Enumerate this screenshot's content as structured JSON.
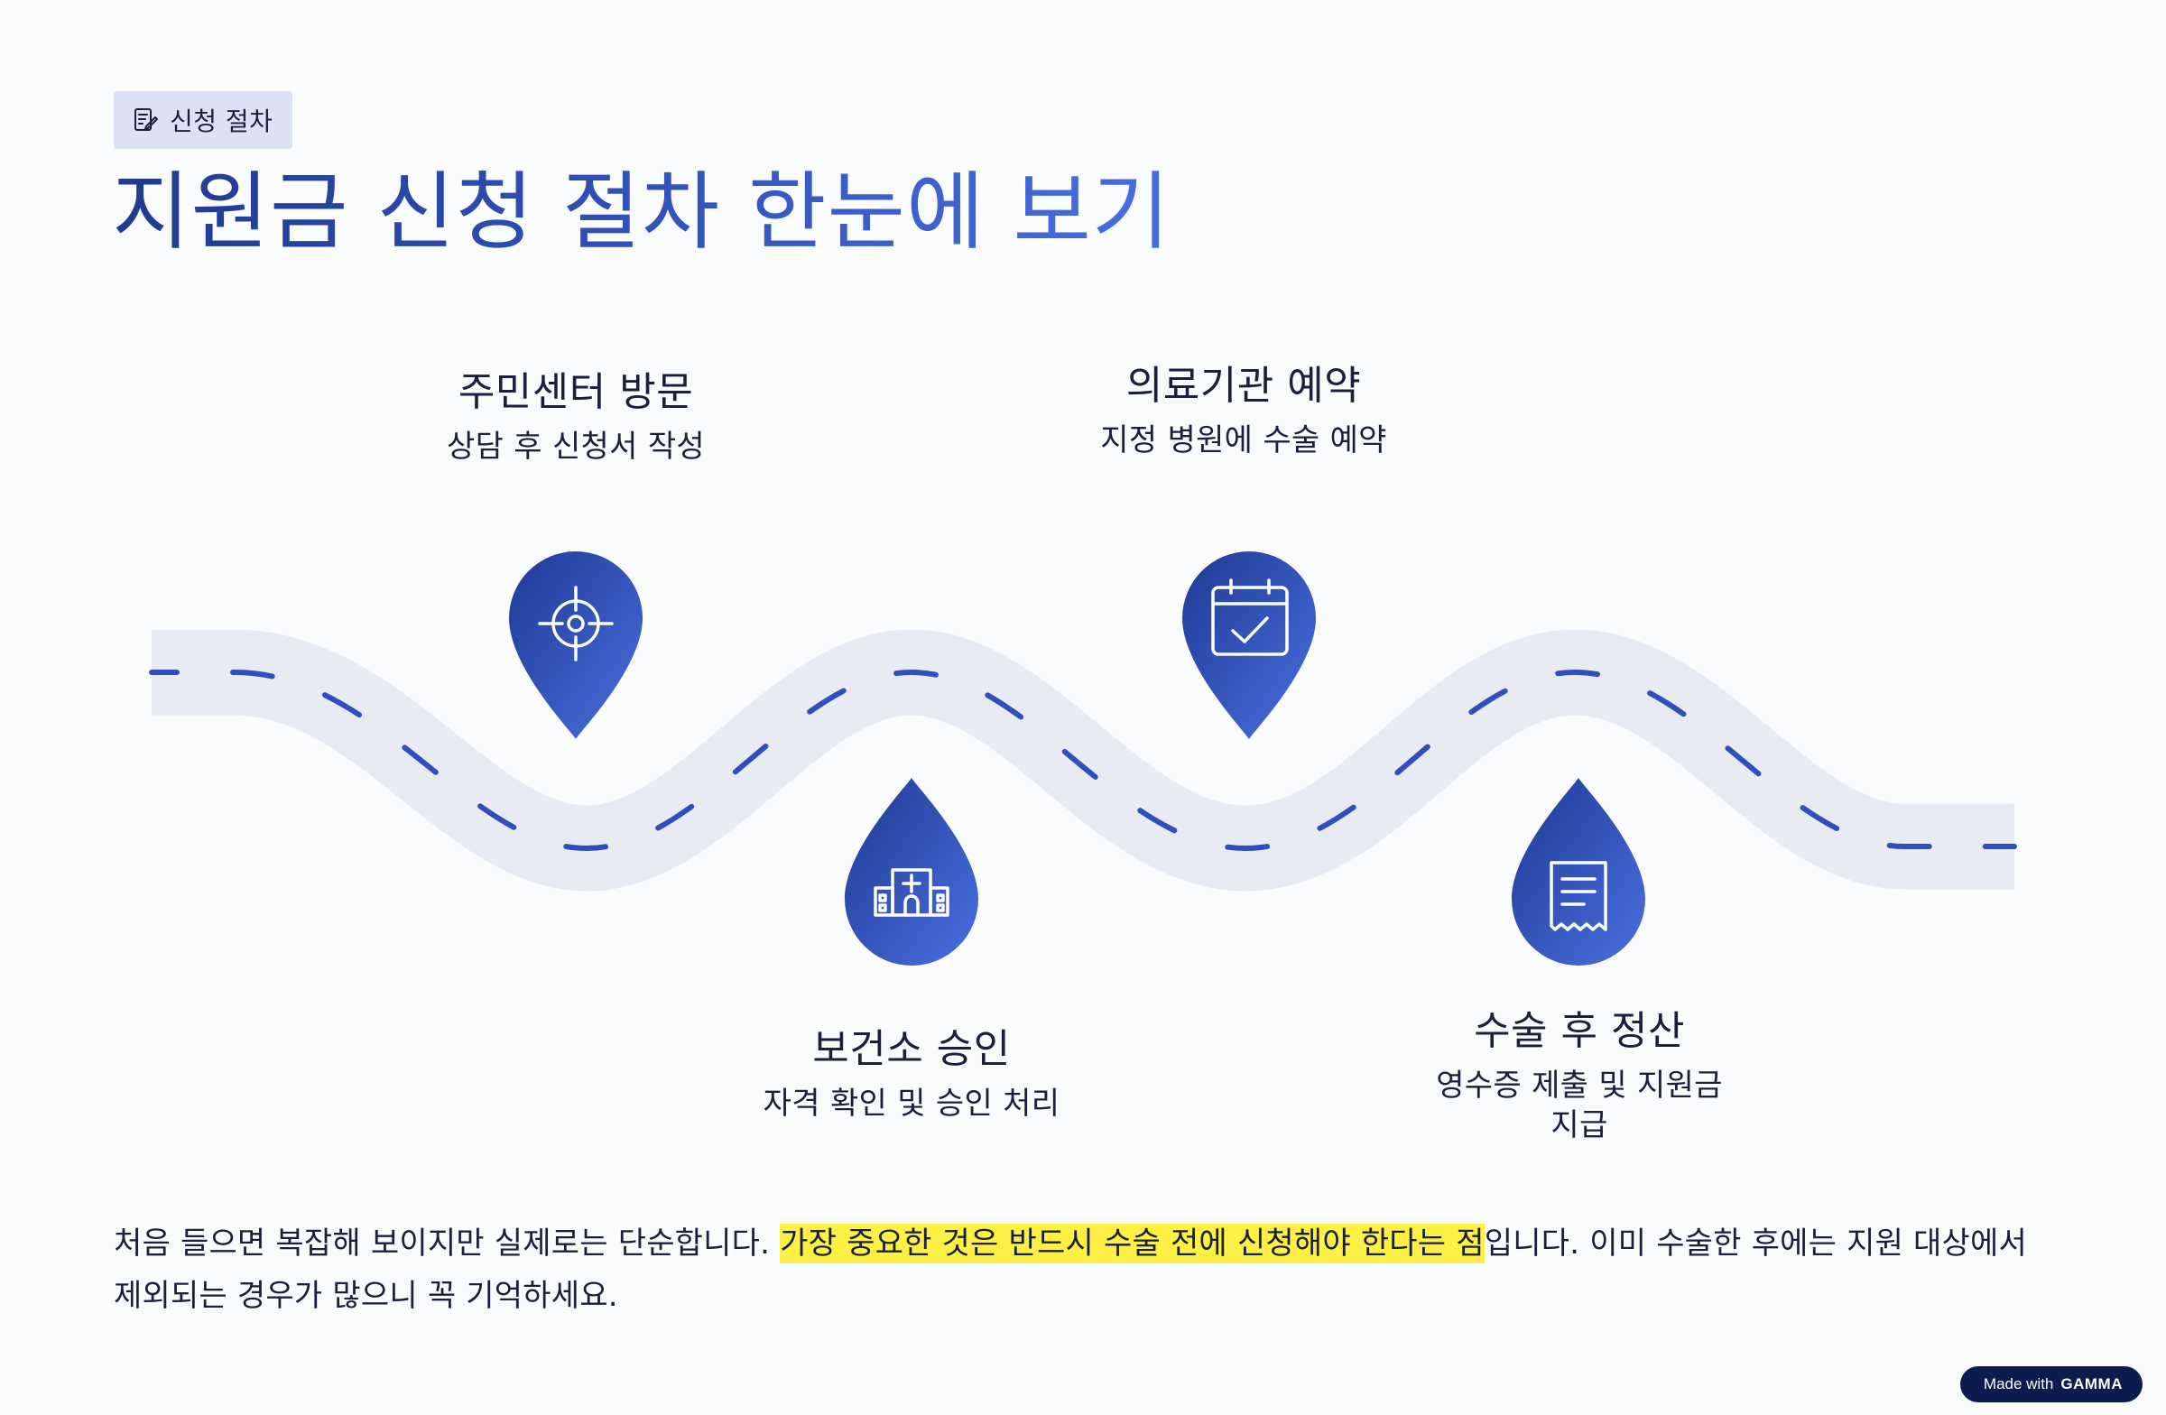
{
  "tag": {
    "icon": "document-edit-icon",
    "label": "신청 절차"
  },
  "title": "지원금 신청 절차 한눈에 보기",
  "steps": [
    {
      "icon": "crosshair-icon",
      "title": "주민센터 방문",
      "description": "상담 후 신청서 작성"
    },
    {
      "icon": "hospital-icon",
      "title": "보건소 승인",
      "description": "자격 확인 및 승인 처리"
    },
    {
      "icon": "calendar-check-icon",
      "title": "의료기관 예약",
      "description": "지정 병원에 수술 예약"
    },
    {
      "icon": "receipt-icon",
      "title": "수술 후 정산",
      "description": "영수증 제출 및 지원금 지급"
    }
  ],
  "note": {
    "before": "처음 들으면 복잡해 보이지만 실제로는 단순합니다. ",
    "highlight": "가장 중요한 것은 반드시 수술 전에 신청해야 한다는 점",
    "after": "입니다. 이미 수술한 후에는 지원 대상에서 제외되는 경우가 많으니 꼭 기억하세요."
  },
  "badge": {
    "made_with": "Made with",
    "brand": "GAMMA"
  },
  "colors": {
    "road": "#e9ebf3",
    "dash": "#2f4fbf",
    "pin_dark": "#1e3a94",
    "pin_light": "#4a6fe0",
    "highlight": "#fdf044",
    "tag_bg": "#dbe2f6",
    "badge_bg": "#0c1c4e"
  }
}
